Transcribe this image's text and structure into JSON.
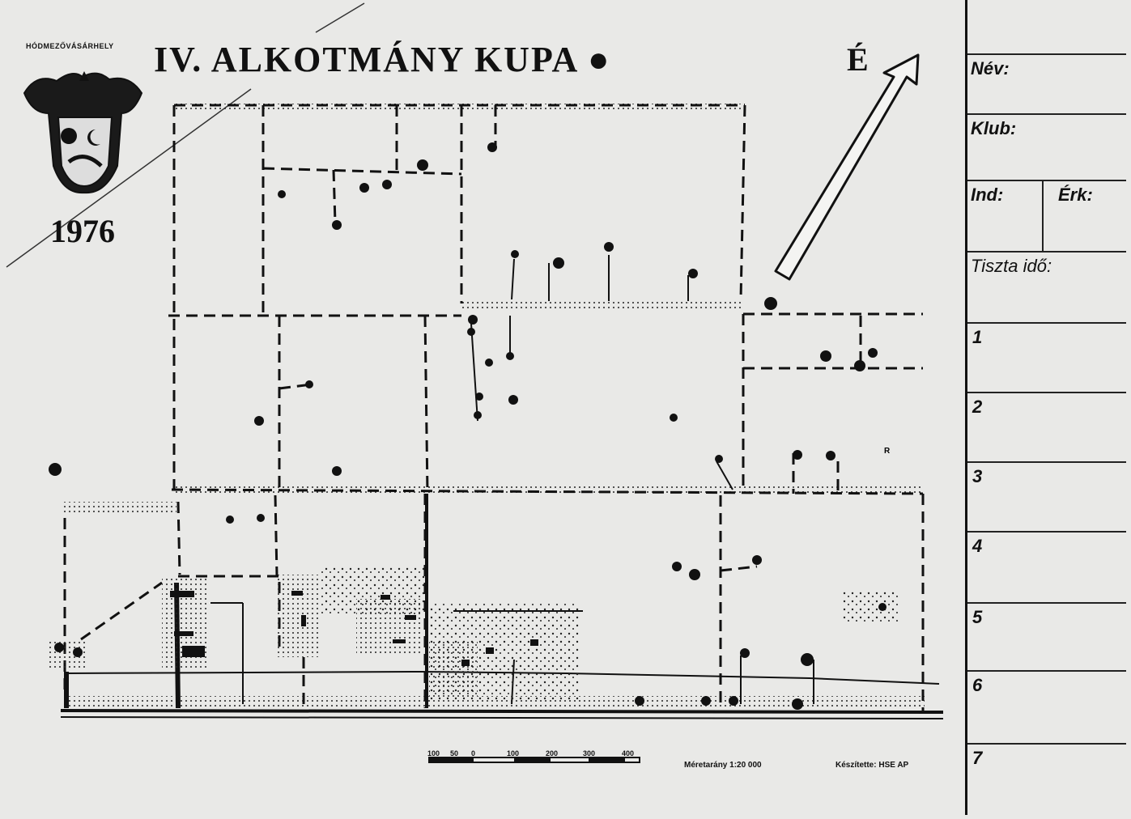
{
  "header": {
    "publisher": "HÓDMEZŐVÁSÁRHELY",
    "title": "IV. ALKOTMÁNY KUPA ●",
    "north_letter": "É",
    "year": "1976"
  },
  "footer": {
    "scale_ticks": [
      "100",
      "50",
      "0",
      "100",
      "200",
      "300",
      "400"
    ],
    "scale_text": "Méretarány 1:20 000",
    "maker_text": "Készítette: HSE AP"
  },
  "card": {
    "name_label": "Név:",
    "club_label": "Klub:",
    "start_label": "Ind:",
    "finish_label": "Érk:",
    "net_time_label": "Tiszta idő:",
    "controls": [
      "1",
      "2",
      "3",
      "4",
      "5",
      "6",
      "7"
    ]
  },
  "colors": {
    "ink": "#111111",
    "paper": "#e9e9e7"
  },
  "icons": {
    "crest": "coat-of-arms-icon",
    "arrow": "north-arrow-icon"
  }
}
